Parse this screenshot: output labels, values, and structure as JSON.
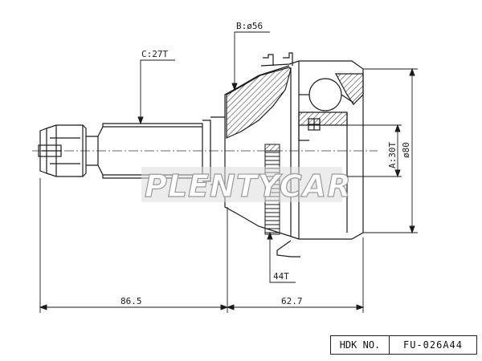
{
  "drawing": {
    "label_b": "B:ø56",
    "label_c": "C:27T",
    "label_a": "A:30T",
    "label_diameter": "ø80",
    "label_teeth": "44T",
    "dim_left": "86.5",
    "dim_right": "62.7",
    "watermark": "PLENTYCAR",
    "line_color": "#1a1a1a",
    "watermark_fill": "#ffffff",
    "watermark_stroke": "#9a9a9a"
  },
  "ref_table": {
    "label": "HDK NO.",
    "value": "FU-026A44"
  }
}
